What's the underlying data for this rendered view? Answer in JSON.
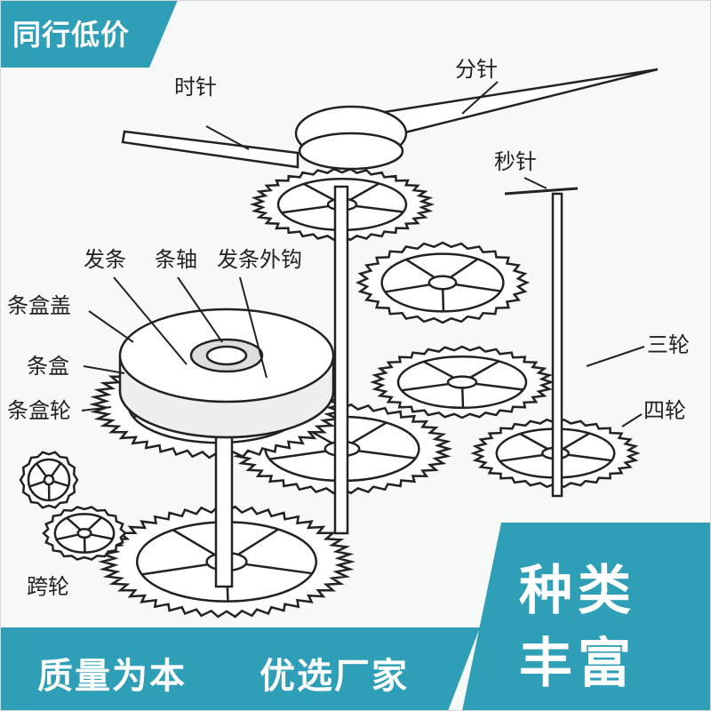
{
  "badge_top_left": "同行低价",
  "labels": {
    "hour_hand": "时针",
    "minute_hand": "分针",
    "second_hand": "秒针",
    "mainspring": "发条",
    "arbor": "条轴",
    "outer_hook": "发条外钩",
    "barrel_cover": "条盒盖",
    "barrel": "条盒",
    "barrel_wheel": "条盒轮",
    "third_wheel": "三轮",
    "fourth_wheel": "四轮",
    "cross_wheel": "跨轮"
  },
  "bottom_left": {
    "phrase_1": "质量为本",
    "phrase_2": "优选厂家"
  },
  "bottom_right": {
    "line_1": "种类",
    "line_2": "丰富"
  },
  "colors": {
    "accent": "#2f9fb7",
    "ink": "#222222",
    "background": "#f7f8f8"
  }
}
